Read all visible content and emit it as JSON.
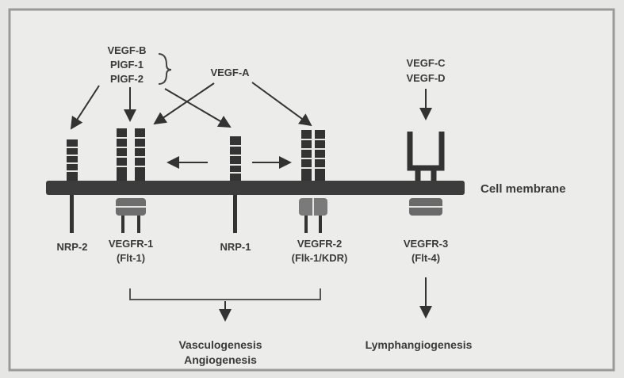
{
  "ligands": {
    "group_left": [
      "VEGF-B",
      "PlGF-1",
      "PlGF-2"
    ],
    "vegf_a": "VEGF-A",
    "group_right": [
      "VEGF-C",
      "VEGF-D"
    ]
  },
  "membrane_label": "Cell membrane",
  "receptors": {
    "nrp2": "NRP-2",
    "vegfr1": [
      "VEGFR-1",
      "(Flt-1)"
    ],
    "nrp1": "NRP-1",
    "vegfr2": [
      "VEGFR-2",
      "(Flk-1/KDR)"
    ],
    "vegfr3": [
      "VEGFR-3",
      "(Flt-4)"
    ]
  },
  "outcomes": {
    "angio": [
      "Vasculogenesis",
      "Angiogenesis"
    ],
    "lymph": "Lymphangiogenesis"
  },
  "colors": {
    "ink": "#2e2e2e",
    "membrane": "#3c3c3c",
    "background": "#e6e6e4"
  }
}
